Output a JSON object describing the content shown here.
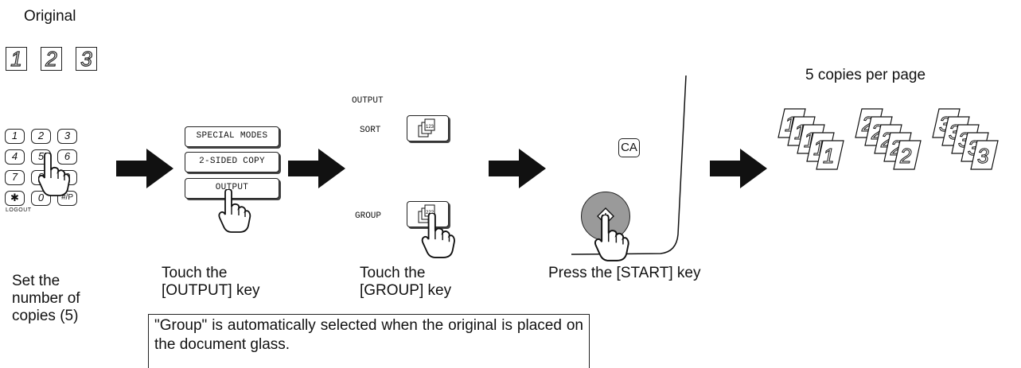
{
  "original": {
    "title": "Original",
    "pages": [
      "1",
      "2",
      "3"
    ]
  },
  "result_label": "5 copies per page",
  "keypad": {
    "keys": [
      "1",
      "2",
      "3",
      "4",
      "5",
      "6",
      "7",
      "8",
      "9",
      "✱",
      "0",
      "#/P"
    ],
    "logout": "LOGOUT"
  },
  "touch_keys": [
    "SPECIAL MODES",
    "2-SIDED COPY",
    "OUTPUT"
  ],
  "output_panel": {
    "title": "OUTPUT",
    "sort_label": "SORT",
    "group_label": "GROUP"
  },
  "ca_label": "CA",
  "steps": [
    "Set the number of copies (5)",
    "Touch the [OUTPUT] key",
    "Touch the [GROUP] key",
    "Press the [START] key"
  ],
  "note": "\"Group\" is automatically selected when the original is placed on the document glass.",
  "stacks": [
    {
      "digit": "1",
      "count": 5
    },
    {
      "digit": "2",
      "count": 5
    },
    {
      "digit": "3",
      "count": 5
    }
  ],
  "icons": [
    "hand-pointer-icon",
    "right-arrow-icon",
    "sort-icon",
    "group-icon",
    "start-icon"
  ]
}
